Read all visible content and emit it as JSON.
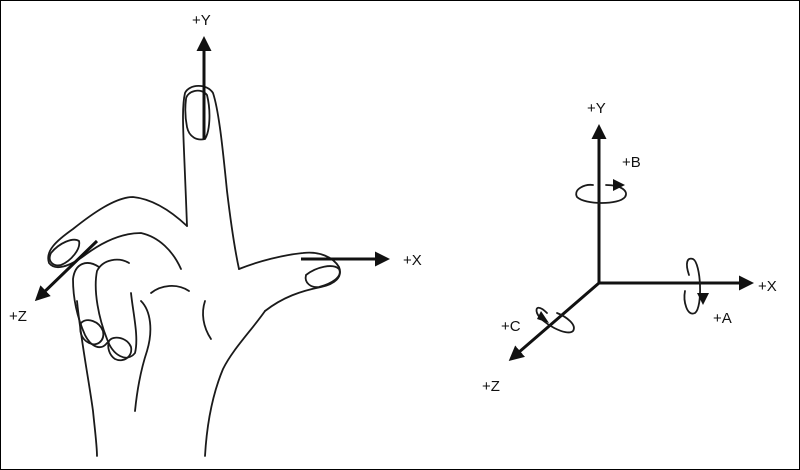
{
  "hand_diagram": {
    "labels": {
      "y": "+Y",
      "x": "+X",
      "z": "+Z"
    }
  },
  "axis_diagram": {
    "labels": {
      "y": "+Y",
      "x": "+X",
      "z": "+Z",
      "b": "+B",
      "a": "+A",
      "c": "+C"
    }
  }
}
